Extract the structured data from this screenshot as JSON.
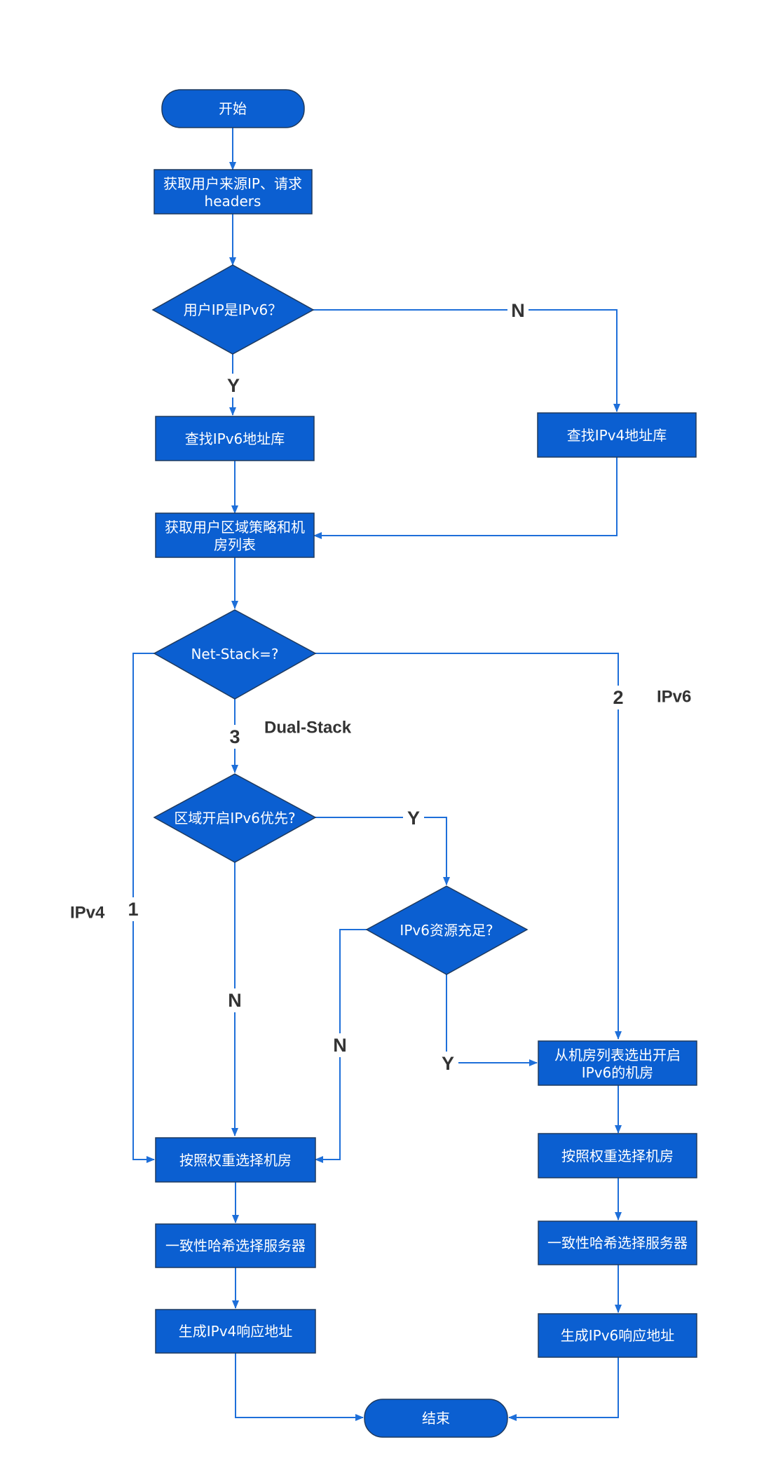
{
  "colors": {
    "node_fill": "#0b5fd1",
    "node_stroke": "#1e3a5f",
    "edge": "#1e6fd9",
    "label": "#333333"
  },
  "nodes": {
    "start": "开始",
    "get_ip_1": "获取用户来源IP、请求",
    "get_ip_2": "headers",
    "is_ipv6": "用户IP是IPv6？",
    "lookup_v6": "查找IPv6地址库",
    "lookup_v4": "查找IPv4地址库",
    "get_policy_1": "获取用户区域策略和机",
    "get_policy_2": "房列表",
    "net_stack": "Net-Stack=?",
    "v6_priority": "区域开启IPv6优先?",
    "v6_enough": "IPv6资源充足?",
    "select_v6_room_1": "从机房列表选出开启",
    "select_v6_room_2": "IPv6的机房",
    "weight_left": "按照权重选择机房",
    "weight_right": "按照权重选择机房",
    "hash_left": "一致性哈希选择服务器",
    "hash_right": "一致性哈希选择服务器",
    "gen_v4": "生成IPv4响应地址",
    "gen_v6": "生成IPv6响应地址",
    "end": "结束"
  },
  "labels": {
    "n1": "N",
    "y1": "Y",
    "two": "2",
    "ipv6": "IPv6",
    "three": "3",
    "dual_stack": "Dual-Stack",
    "y2": "Y",
    "one": "1",
    "ipv4": "IPv4",
    "n2": "N",
    "n3": "N",
    "y3": "Y"
  }
}
